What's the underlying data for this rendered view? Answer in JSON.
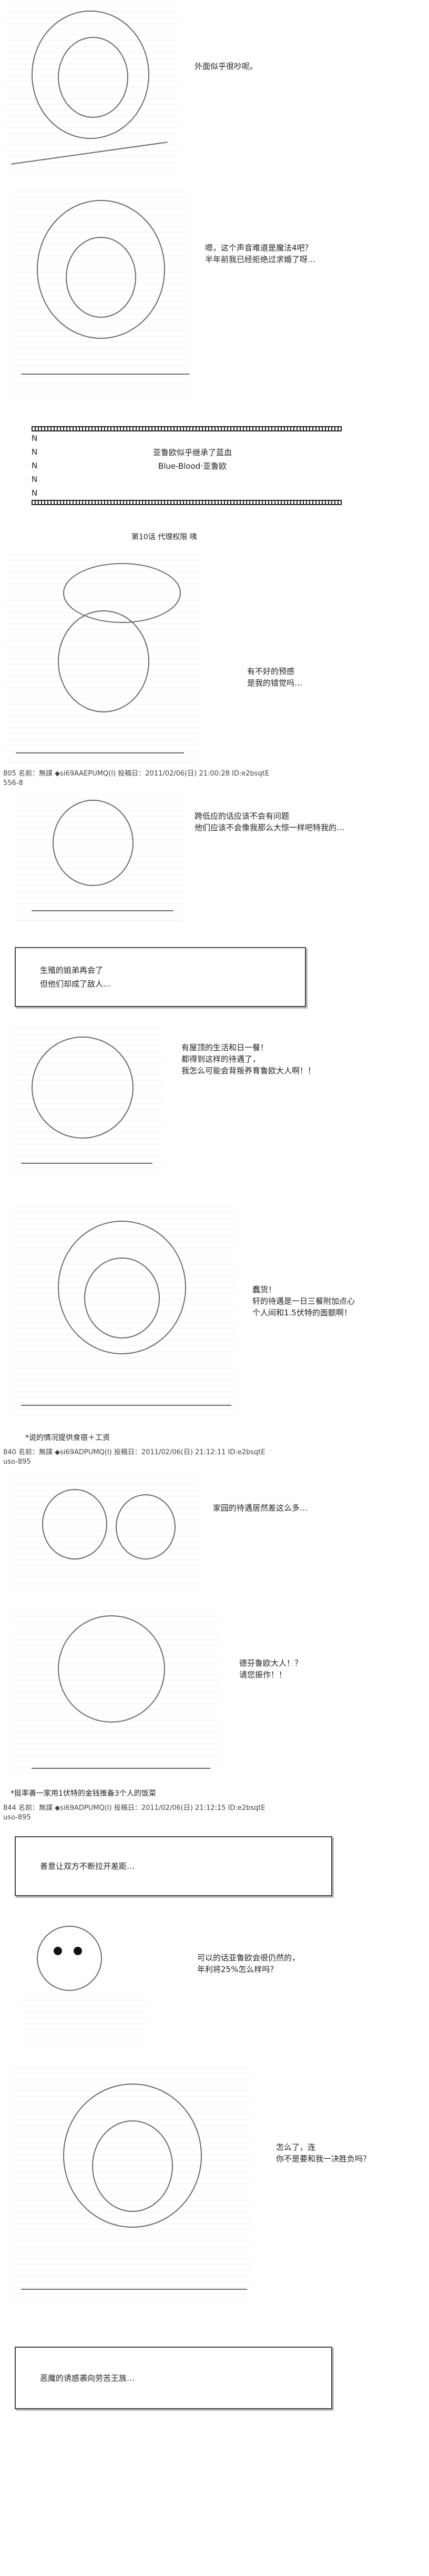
{
  "panels": [
    {
      "id": "p1",
      "lines": [
        "外面似乎很吵呢。"
      ]
    },
    {
      "id": "p2",
      "lines": [
        "嗯，这个声音难道是魔法4吧？",
        "半年前我已经拒绝过求婚了呀…"
      ]
    },
    {
      "id": "title",
      "rows": [
        "N",
        "N",
        "N",
        "N",
        "N"
      ],
      "title_lines": [
        "亚鲁欧似乎继承了蓝血",
        "Blue-Blood·亚鲁欧"
      ],
      "chapter": "第10话 代理权限 咦"
    },
    {
      "id": "p3",
      "lines": [
        "有不好的预感",
        "是我的错觉吗…"
      ]
    },
    {
      "id": "meta1",
      "lines": [
        "805 名前：無謀 ◆si69AAEPUMQ(I) 投稿日：2011/02/06(日) 21:00:28 ID:e2bsqtE",
        "556-8"
      ]
    },
    {
      "id": "p4",
      "lines": [
        "跨低应的话应该不会有问题",
        "他们应该不会像我那么大惊一样吧特我的…"
      ]
    },
    {
      "id": "box1",
      "lines": [
        "生殖的姐弟再会了",
        "但他们却成了敌人…"
      ]
    },
    {
      "id": "p5",
      "lines": [
        "有屋顶的生活和日一餐！",
        "都得到这样的待遇了，",
        "我怎么可能会背叛养育鲁欧大人啊！！"
      ]
    },
    {
      "id": "p6",
      "lines": [
        "蠢货！",
        "轩的待遇是一日三餐附加点心",
        "个人间和1.5伏特的面额啊！"
      ]
    },
    {
      "id": "note1",
      "lines": [
        "*说的情况提供食宿＋工资"
      ]
    },
    {
      "id": "meta2",
      "lines": [
        "840 名前：無謀 ◆si69ADPUMQ(I) 投稿日：2011/02/06(日) 21:12:11 ID:e2bsqtE",
        "uso-895"
      ]
    },
    {
      "id": "p7",
      "lines": [
        "家园的待遇居然差这么多…"
      ]
    },
    {
      "id": "p8",
      "lines": [
        "德芬鲁欧大人！？",
        "请您振作！！"
      ]
    },
    {
      "id": "note2",
      "lines": [
        "*挺率善一家用1伏特的金钱推备3个人的饭菜"
      ]
    },
    {
      "id": "meta3",
      "lines": [
        "844 名前：無謀 ◆si69ADPUMQ(I) 投稿日：2011/02/06(日) 21:12:15 ID:e2bsqtE",
        "uso-895"
      ]
    },
    {
      "id": "box2",
      "lines": [
        "善意让双方不断拉开差距…"
      ]
    },
    {
      "id": "p9",
      "lines": [
        "可以的话亚鲁欧会很仍然的，",
        "年利将25%怎么样吗？"
      ]
    },
    {
      "id": "p10",
      "lines": [
        "怎么了，连",
        "你不是要和我一决胜负吗？"
      ]
    },
    {
      "id": "box3",
      "lines": [
        "恶魔的诱惑袭向劳苦王族…"
      ]
    }
  ]
}
